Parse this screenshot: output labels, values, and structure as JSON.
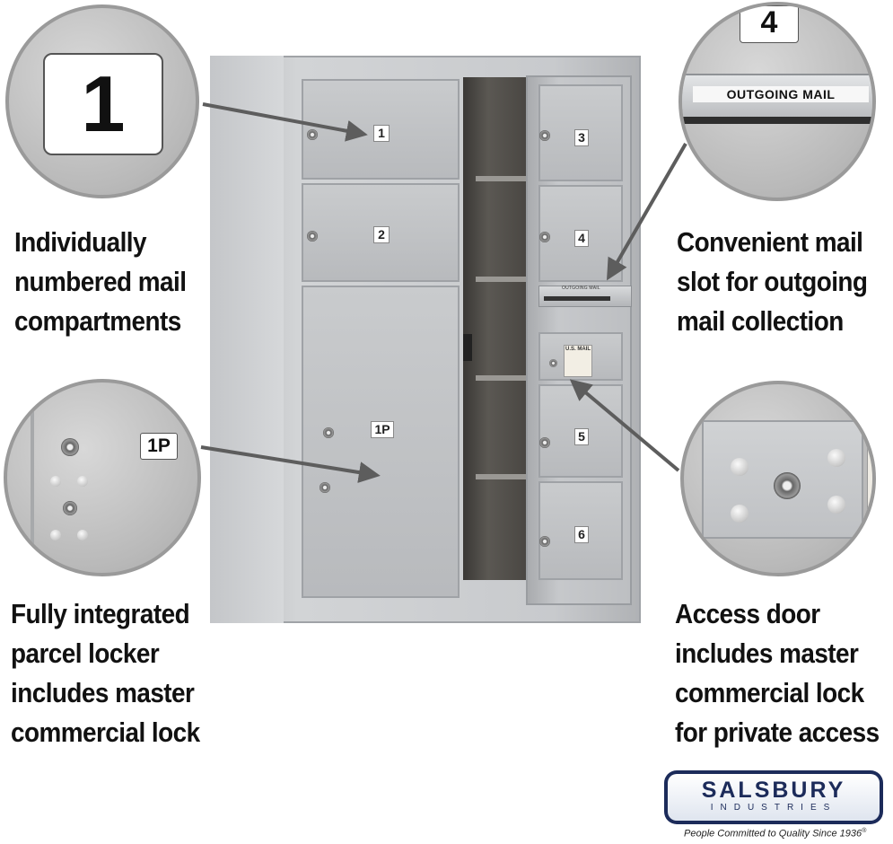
{
  "captions": {
    "top_left": [
      "Individually",
      "numbered mail",
      "compartments"
    ],
    "bottom_left": [
      "Fully integrated",
      "parcel locker",
      "includes master",
      "commercial lock"
    ],
    "top_right": [
      "Convenient mail",
      "slot for outgoing",
      "mail collection"
    ],
    "bottom_right": [
      "Access door",
      "includes master",
      "commercial lock",
      "for private access"
    ]
  },
  "zoom_labels": {
    "compartment_number": "1",
    "slot_door_number": "4",
    "outgoing_mail": "OUTGOING MAIL",
    "parcel_locker": "1P"
  },
  "mailbox": {
    "door_numbers": [
      "1",
      "2",
      "1P",
      "3",
      "4",
      "5",
      "6"
    ],
    "outgoing_mail_small": "OUTGOING MAIL",
    "usps_plate": "U.S. MAIL"
  },
  "brand": {
    "name": "SALSBURY",
    "subtitle": "INDUSTRIES",
    "tagline": "People Committed to Quality Since 1936",
    "registered_mark": "®",
    "colors": {
      "badge_fill": "#eef2f8",
      "badge_text": "#1c2b5a"
    }
  }
}
